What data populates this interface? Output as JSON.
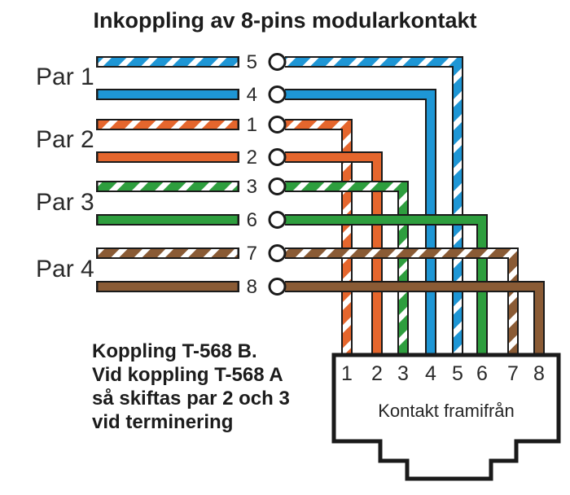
{
  "title": "Inkoppling av 8-pins modularkontakt",
  "colors": {
    "blue": "#1E96D5",
    "orange": "#E5662D",
    "green": "#2E9E3E",
    "brown": "#8A5B35",
    "outline": "#1A1A1A",
    "stripe": "#FFFFFF"
  },
  "pairs": [
    {
      "label": "Par 1",
      "wires": [
        {
          "pin": "5",
          "color": "blue",
          "striped": true
        },
        {
          "pin": "4",
          "color": "blue",
          "striped": false
        }
      ]
    },
    {
      "label": "Par 2",
      "wires": [
        {
          "pin": "1",
          "color": "orange",
          "striped": true
        },
        {
          "pin": "2",
          "color": "orange",
          "striped": false
        }
      ]
    },
    {
      "label": "Par 3",
      "wires": [
        {
          "pin": "3",
          "color": "green",
          "striped": true
        },
        {
          "pin": "6",
          "color": "green",
          "striped": false
        }
      ]
    },
    {
      "label": "Par 4",
      "wires": [
        {
          "pin": "7",
          "color": "brown",
          "striped": true
        },
        {
          "pin": "8",
          "color": "brown",
          "striped": false
        }
      ]
    }
  ],
  "note_lines": [
    "Koppling T-568 B.",
    "Vid koppling T-568 A",
    "så skiftas par 2 och 3",
    "vid terminering"
  ],
  "connector": {
    "label": "Kontakt framifrån",
    "pins": [
      "1",
      "2",
      "3",
      "4",
      "5",
      "6",
      "7",
      "8"
    ]
  }
}
